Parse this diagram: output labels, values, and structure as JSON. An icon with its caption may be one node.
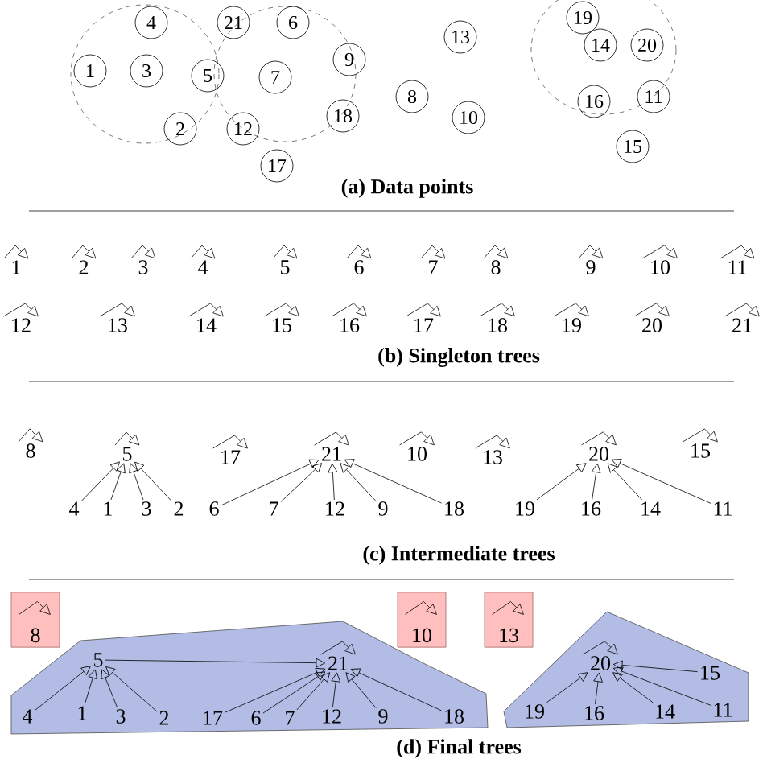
{
  "diagram": {
    "nodes": [
      {
        "text": [
          "1"
        ]
      },
      {
        "text": [
          "2"
        ]
      },
      {
        "text": [
          "3"
        ]
      },
      {
        "text": [
          "4"
        ]
      },
      {
        "text": [
          "5"
        ]
      },
      {
        "text": [
          "6"
        ]
      },
      {
        "text": [
          "7"
        ]
      },
      {
        "text": [
          "8"
        ]
      },
      {
        "text": [
          "9"
        ]
      },
      {
        "text": [
          "10"
        ]
      },
      {
        "text": [
          "11"
        ]
      },
      {
        "text": [
          "12"
        ]
      },
      {
        "text": [
          "13"
        ]
      },
      {
        "text": [
          "14"
        ]
      },
      {
        "text": [
          "15"
        ]
      },
      {
        "text": [
          "16"
        ]
      },
      {
        "text": [
          "17"
        ]
      },
      {
        "text": [
          "18"
        ]
      },
      {
        "text": [
          "19"
        ]
      },
      {
        "text": [
          "20"
        ]
      },
      {
        "text": [
          "21"
        ]
      },
      {
        "text": [
          "1"
        ]
      },
      {
        "text": [
          "2"
        ]
      },
      {
        "text": [
          "3"
        ]
      },
      {
        "text": [
          "4"
        ]
      },
      {
        "text": [
          "5"
        ]
      },
      {
        "text": [
          "6"
        ]
      },
      {
        "text": [
          "7"
        ]
      },
      {
        "text": [
          "8"
        ]
      },
      {
        "text": [
          "9"
        ]
      },
      {
        "text": [
          "10"
        ]
      },
      {
        "text": [
          "11"
        ]
      },
      {
        "text": [
          "12"
        ]
      },
      {
        "text": [
          "13"
        ]
      },
      {
        "text": [
          "14"
        ]
      },
      {
        "text": [
          "15"
        ]
      },
      {
        "text": [
          "16"
        ]
      },
      {
        "text": [
          "17"
        ]
      },
      {
        "text": [
          "18"
        ]
      },
      {
        "text": [
          "19"
        ]
      },
      {
        "text": [
          "20"
        ]
      },
      {
        "text": [
          "21"
        ]
      },
      {
        "text": [
          "1"
        ]
      },
      {
        "text": [
          "2"
        ]
      },
      {
        "text": [
          "3"
        ]
      },
      {
        "text": [
          "4"
        ]
      },
      {
        "text": [
          "5"
        ]
      },
      {
        "text": [
          "6"
        ]
      },
      {
        "text": [
          "7"
        ]
      },
      {
        "text": [
          "8"
        ]
      },
      {
        "text": [
          "9"
        ]
      },
      {
        "text": [
          "10"
        ]
      },
      {
        "text": [
          "11"
        ]
      },
      {
        "text": [
          "12"
        ]
      },
      {
        "text": [
          "13"
        ]
      },
      {
        "text": [
          "14"
        ]
      },
      {
        "text": [
          "15"
        ]
      },
      {
        "text": [
          "16"
        ]
      },
      {
        "text": [
          "17"
        ]
      },
      {
        "text": [
          "18"
        ]
      },
      {
        "text": [
          "19"
        ]
      },
      {
        "text": [
          "20"
        ]
      },
      {
        "text": [
          "21"
        ]
      },
      {
        "text": [],
        "shape": "polygon"
      },
      {
        "text": [],
        "shape": "polygon"
      },
      {
        "text": [
          "8"
        ]
      },
      {
        "text": [
          "10"
        ]
      },
      {
        "text": [
          "13"
        ]
      },
      {
        "text": [
          "1"
        ],
        "in": 63
      },
      {
        "text": [
          "2"
        ],
        "in": 63
      },
      {
        "text": [
          "3"
        ],
        "in": 63
      },
      {
        "text": [
          "4"
        ],
        "in": 63
      },
      {
        "text": [
          "5"
        ],
        "in": 63
      },
      {
        "text": [
          "6"
        ],
        "in": 63
      },
      {
        "text": [
          "7"
        ],
        "in": 63
      },
      {
        "text": [
          "9"
        ],
        "in": 63
      },
      {
        "text": [
          "12"
        ],
        "in": 63
      },
      {
        "text": [
          "17"
        ],
        "in": 63
      },
      {
        "text": [
          "18"
        ],
        "in": 63
      },
      {
        "text": [
          "21"
        ],
        "in": 63
      },
      {
        "text": [
          "11"
        ],
        "in": 64
      },
      {
        "text": [
          "14"
        ],
        "in": 64
      },
      {
        "text": [
          "15"
        ],
        "in": 64
      },
      {
        "text": [
          "16"
        ],
        "in": 64
      },
      {
        "text": [
          "19"
        ],
        "in": 64
      },
      {
        "text": [
          "20"
        ],
        "in": 64
      }
    ],
    "edges": [
      {
        "from": 21,
        "to": 21,
        "arrow": "to"
      },
      {
        "from": 22,
        "to": 22,
        "arrow": "to"
      },
      {
        "from": 23,
        "to": 23,
        "arrow": "to"
      },
      {
        "from": 24,
        "to": 24,
        "arrow": "to"
      },
      {
        "from": 25,
        "to": 25,
        "arrow": "to"
      },
      {
        "from": 26,
        "to": 26,
        "arrow": "to"
      },
      {
        "from": 27,
        "to": 27,
        "arrow": "to"
      },
      {
        "from": 28,
        "to": 28,
        "arrow": "to"
      },
      {
        "from": 29,
        "to": 29,
        "arrow": "to"
      },
      {
        "from": 30,
        "to": 30,
        "arrow": "to"
      },
      {
        "from": 31,
        "to": 31,
        "arrow": "to"
      },
      {
        "from": 32,
        "to": 32,
        "arrow": "to"
      },
      {
        "from": 33,
        "to": 33,
        "arrow": "to"
      },
      {
        "from": 34,
        "to": 34,
        "arrow": "to"
      },
      {
        "from": 35,
        "to": 35,
        "arrow": "to"
      },
      {
        "from": 36,
        "to": 36,
        "arrow": "to"
      },
      {
        "from": 37,
        "to": 37,
        "arrow": "to"
      },
      {
        "from": 38,
        "to": 38,
        "arrow": "to"
      },
      {
        "from": 39,
        "to": 39,
        "arrow": "to"
      },
      {
        "from": 40,
        "to": 40,
        "arrow": "to"
      },
      {
        "from": 41,
        "to": 41,
        "arrow": "to"
      },
      {
        "from": 49,
        "to": 49,
        "arrow": "to"
      },
      {
        "from": 46,
        "to": 46,
        "arrow": "to"
      },
      {
        "from": 58,
        "to": 58,
        "arrow": "to"
      },
      {
        "from": 62,
        "to": 62,
        "arrow": "to"
      },
      {
        "from": 51,
        "to": 51,
        "arrow": "to"
      },
      {
        "from": 54,
        "to": 54,
        "arrow": "to"
      },
      {
        "from": 61,
        "to": 61,
        "arrow": "to"
      },
      {
        "from": 56,
        "to": 56,
        "arrow": "to"
      },
      {
        "from": 45,
        "to": 46,
        "arrow": "to"
      },
      {
        "from": 42,
        "to": 46,
        "arrow": "to"
      },
      {
        "from": 44,
        "to": 46,
        "arrow": "to"
      },
      {
        "from": 43,
        "to": 46,
        "arrow": "to"
      },
      {
        "from": 47,
        "to": 62,
        "arrow": "to"
      },
      {
        "from": 48,
        "to": 62,
        "arrow": "to"
      },
      {
        "from": 53,
        "to": 62,
        "arrow": "to"
      },
      {
        "from": 50,
        "to": 62,
        "arrow": "to"
      },
      {
        "from": 59,
        "to": 62,
        "arrow": "to"
      },
      {
        "from": 60,
        "to": 61,
        "arrow": "to"
      },
      {
        "from": 57,
        "to": 61,
        "arrow": "to"
      },
      {
        "from": 55,
        "to": 61,
        "arrow": "to"
      },
      {
        "from": 52,
        "to": 61,
        "arrow": "to"
      },
      {
        "from": 65,
        "to": 65,
        "arrow": "to"
      },
      {
        "from": 66,
        "to": 66,
        "arrow": "to"
      },
      {
        "from": 67,
        "to": 67,
        "arrow": "to"
      },
      {
        "from": 79,
        "to": 79,
        "arrow": "to"
      },
      {
        "from": 85,
        "to": 85,
        "arrow": "to"
      },
      {
        "from": 71,
        "to": 72,
        "arrow": "to"
      },
      {
        "from": 68,
        "to": 72,
        "arrow": "to"
      },
      {
        "from": 70,
        "to": 72,
        "arrow": "to"
      },
      {
        "from": 69,
        "to": 72,
        "arrow": "to"
      },
      {
        "from": 72,
        "to": 79,
        "arrow": "to"
      },
      {
        "from": 77,
        "to": 79,
        "arrow": "to"
      },
      {
        "from": 73,
        "to": 79,
        "arrow": "to"
      },
      {
        "from": 74,
        "to": 79,
        "arrow": "to"
      },
      {
        "from": 76,
        "to": 79,
        "arrow": "to"
      },
      {
        "from": 75,
        "to": 79,
        "arrow": "to"
      },
      {
        "from": 78,
        "to": 79,
        "arrow": "to"
      },
      {
        "from": 84,
        "to": 85,
        "arrow": "to"
      },
      {
        "from": 83,
        "to": 85,
        "arrow": "to"
      },
      {
        "from": 81,
        "to": 85,
        "arrow": "to"
      },
      {
        "from": 80,
        "to": 85,
        "arrow": "to"
      },
      {
        "from": 82,
        "to": 85,
        "arrow": "to"
      }
    ],
    "labels": [
      "(a) Data points",
      "(b) Singleton trees",
      "(c) Intermediate trees",
      "(d) Final trees"
    ]
  }
}
